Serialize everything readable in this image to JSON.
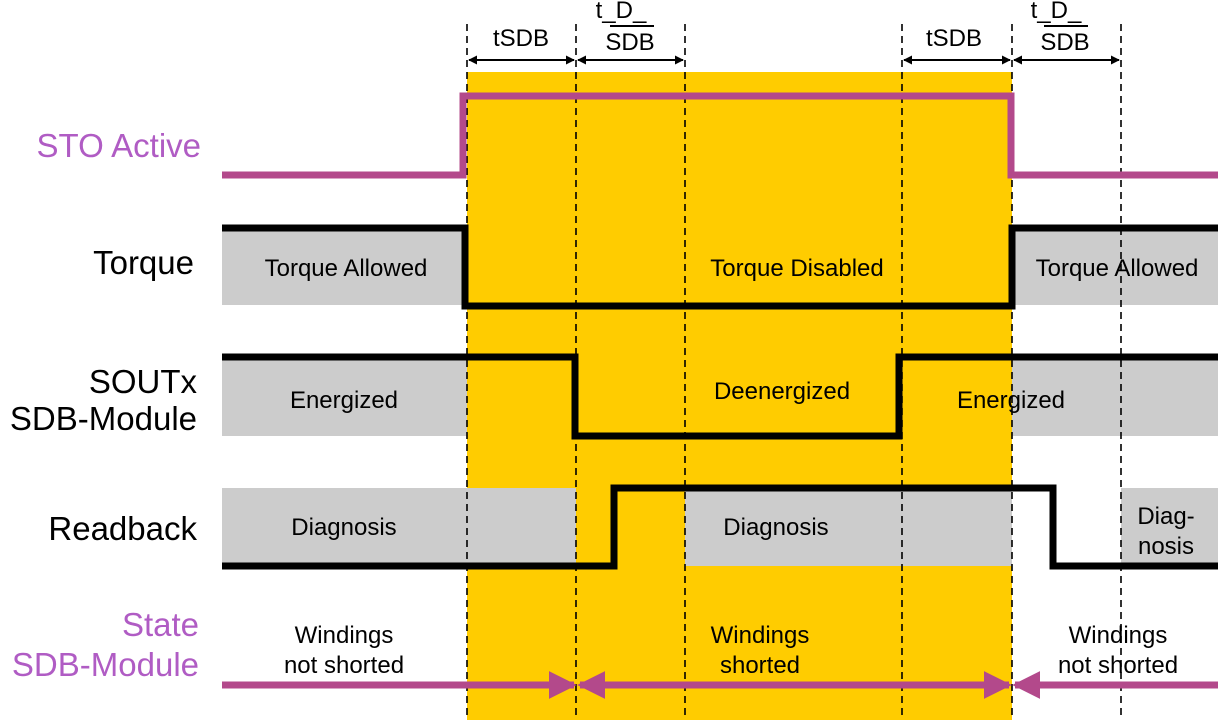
{
  "colors": {
    "active_zone": "#ffcc00",
    "region_fill": "#cccccc",
    "control_signal": "#b3498b",
    "control_label": "#b05cc4",
    "signal_line": "#000000"
  },
  "timing": {
    "t1": "tSDB",
    "t2_line1": "t_D_",
    "t2_line2": "SDB",
    "t3": "tSDB",
    "t4_line1": "t_D_",
    "t4_line2": "SDB"
  },
  "signals": {
    "sto": {
      "label": "STO Active"
    },
    "torque": {
      "label": "Torque",
      "region_left": "Torque Allowed",
      "region_mid": "Torque Disabled",
      "region_right": "Torque Allowed"
    },
    "soutx": {
      "label_line1": "SOUTx",
      "label_line2": "SDB-Module",
      "region_left": "Energized",
      "region_mid": "Deenergized",
      "region_right": "Energized"
    },
    "readback": {
      "label": "Readback",
      "region_left": "Diagnosis",
      "region_mid": "Diagnosis",
      "region_right_line1": "Diag-",
      "region_right_line2": "nosis"
    },
    "state": {
      "label_line1": "State",
      "label_line2": "SDB-Module",
      "region_left_line1": "Windings",
      "region_left_line2": "not shorted",
      "region_mid_line1": "Windings",
      "region_mid_line2": "shorted",
      "region_right_line1": "Windings",
      "region_right_line2": "not shorted"
    }
  }
}
